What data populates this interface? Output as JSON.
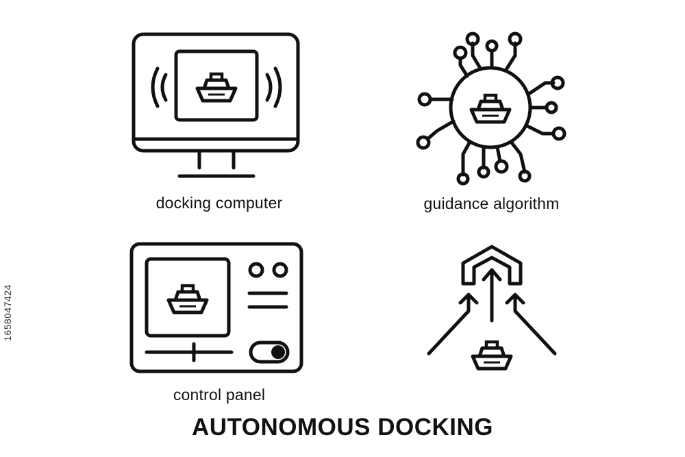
{
  "icons": [
    {
      "name": "docking-computer",
      "caption": "docking computer"
    },
    {
      "name": "guidance-algorithm",
      "caption": "guidance algorithm"
    },
    {
      "name": "control-panel",
      "caption": "control panel"
    },
    {
      "name": "autonomous-approach",
      "caption": ""
    }
  ],
  "headline": "AUTONOMOUS DOCKING",
  "side_id": "1658047424",
  "colors": {
    "ink": "#111111",
    "background": "#ffffff"
  }
}
